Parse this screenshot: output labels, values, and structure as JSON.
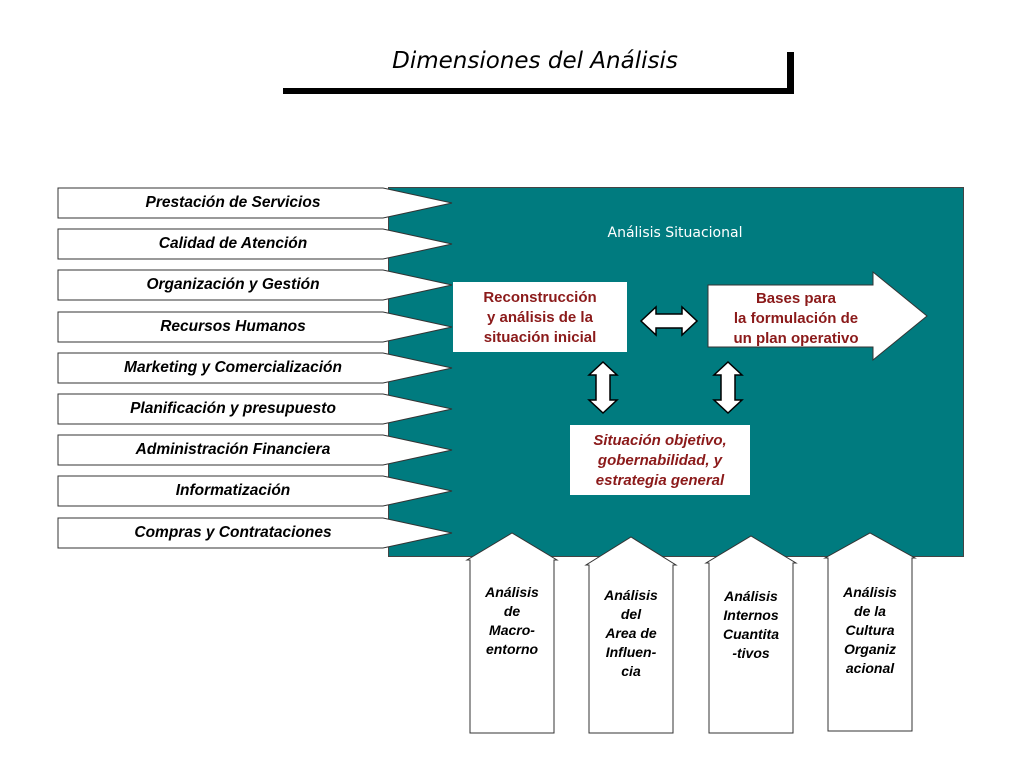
{
  "title": "Dimensiones del Análisis",
  "situational_label": "Análisis Situacional",
  "left_arrows": [
    "Prestación de Servicios",
    "Calidad de Atención",
    "Organización y Gestión",
    "Recursos Humanos",
    "Marketing y Comercialización",
    "Planificación y presupuesto",
    "Administración Financiera",
    "Informatización",
    "Compras y Contrataciones"
  ],
  "reconstruction": "Reconstrucción\ny análisis de la\nsituación inicial",
  "bases": "Bases para\nla formulación de\nun plan operativo",
  "situation_objective": "Situación objetivo,\ngobernabilidad, y\nestrategia general",
  "bottom_arrows": [
    "Análisis\nde\nMacro-\nentorno",
    "Análisis\ndel\nArea de\nInfluen-\ncia",
    "Análisis\nInternos\nCuantita\n-tivos",
    "Análisis\nde la\nCultura\nOrganiz\nacional"
  ],
  "colors": {
    "teal": "#007B7F",
    "dark_red": "#8B1A1A"
  }
}
